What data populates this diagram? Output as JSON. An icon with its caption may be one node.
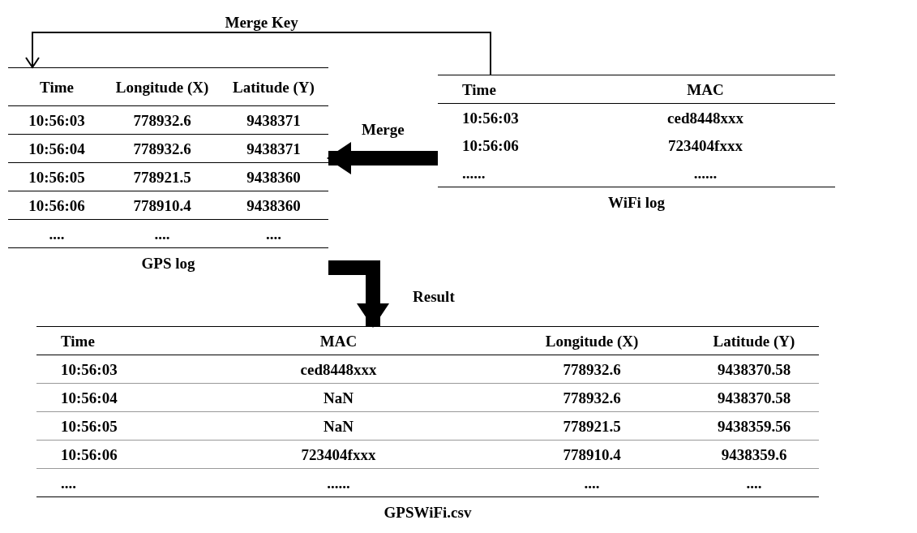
{
  "diagram": {
    "nodes": [
      {
        "text": [
          "Time",
          "Longitude (X)",
          "Latitude (Y)",
          "10:56:03",
          "778932.6",
          "9438371",
          "10:56:04",
          "778932.6",
          "9438371",
          "10:56:05",
          "778921.5",
          "9438360",
          "10:56:06",
          "778910.4",
          "9438360",
          "....",
          "....",
          "....",
          "GPS log"
        ]
      },
      {
        "text": [
          "Time",
          "MAC",
          "10:56:03",
          "ced8448xxx",
          "10:56:06",
          "723404fxxx",
          "......",
          "......",
          "WiFi log"
        ]
      },
      {
        "text": [
          "Time",
          "MAC",
          "Longitude (X)",
          "Latitude (Y)",
          "10:56:03",
          "ced8448xxx",
          "778932.6",
          "9438370.58",
          "10:56:04",
          "NaN",
          "778932.6",
          "9438370.58",
          "10:56:05",
          "NaN",
          "778921.5",
          "9438359.56",
          "10:56:06",
          "723404fxxx",
          "778910.4",
          "9438359.6",
          "....",
          "......",
          "....",
          "....",
          "GPSWiFi.csv"
        ]
      }
    ],
    "edges": [
      {
        "from": 1,
        "to": 0,
        "arrow": "to",
        "label": "Merge Key"
      },
      {
        "from": 1,
        "to": 0,
        "arrow": "to",
        "label": "Merge"
      },
      {
        "from": 0,
        "to": 2,
        "arrow": "to",
        "label": "Result"
      }
    ]
  }
}
